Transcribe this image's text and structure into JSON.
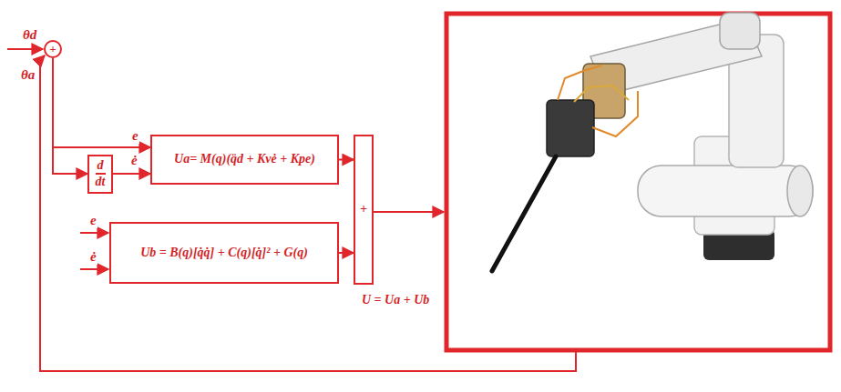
{
  "diagram": {
    "nodes": [
      {
        "text": [
          "+"
        ]
      },
      {
        "text": [
          "d",
          "dt"
        ]
      },
      {
        "text": [
          "Ua= M(q)(q̈d + Kvė + Kpe)"
        ]
      },
      {
        "text": [
          "Ub = B(q)[q̇q̇] + C(q)[q̇]² + G(q)"
        ]
      },
      {
        "text": [
          "+"
        ]
      }
    ],
    "edges": [
      {
        "from": 0,
        "to": 2,
        "arrow": "to",
        "label": "e"
      },
      {
        "from": 0,
        "to": 1,
        "arrow": "to"
      },
      {
        "from": 1,
        "to": 2,
        "arrow": "to",
        "label": "ė"
      },
      {
        "from": 2,
        "to": 4,
        "arrow": "to"
      },
      {
        "from": 3,
        "to": 4,
        "arrow": "to"
      }
    ],
    "labels": [
      "θd",
      "θa",
      "e",
      "ė",
      "U = Ua + Ub"
    ]
  }
}
